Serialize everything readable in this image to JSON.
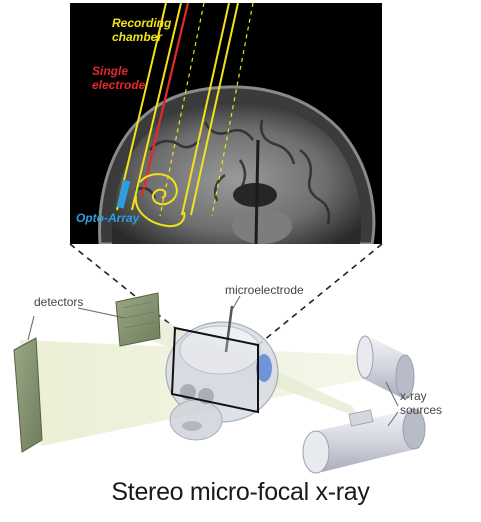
{
  "mri_panel": {
    "labels": {
      "recording_chamber_line1": "Recording",
      "recording_chamber_line2": "chamber",
      "single_electrode_line1": "Single",
      "single_electrode_line2": "electrode",
      "opto_array": "Opto-Array"
    }
  },
  "setup": {
    "labels": {
      "detectors": "detectors",
      "microelectrode": "microelectrode",
      "xray_sources_line1": "x-ray",
      "xray_sources_line2": "sources"
    }
  },
  "caption": "Stereo micro-focal x-ray",
  "colors": {
    "recording_chamber": "#f2e21a",
    "single_electrode": "#e3282f",
    "opto_array": "#2b9fe0",
    "mri_background": "#000000",
    "label_text": "#444444"
  }
}
